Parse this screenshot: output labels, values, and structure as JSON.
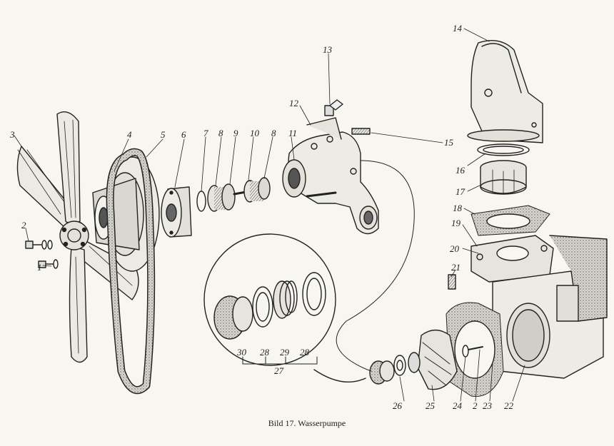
{
  "caption": "Bild 17. Wasserpumpe",
  "labels": {
    "l1": "1",
    "l2": "2",
    "l3": "3",
    "l4": "4",
    "l5": "5",
    "l6": "6",
    "l7": "7",
    "l8a": "8",
    "l8b": "8",
    "l9": "9",
    "l10": "10",
    "l11": "11",
    "l12": "12",
    "l13": "13",
    "l14": "14",
    "l15": "15",
    "l16": "16",
    "l17": "17",
    "l18": "18",
    "l19": "19",
    "l20": "20",
    "l21": "21",
    "l22": "22",
    "l23": "23",
    "l24": "24",
    "l2b": "2",
    "l25": "25",
    "l26": "26",
    "l27": "27",
    "l28a": "28",
    "l28b": "28",
    "l29": "29",
    "l30": "30"
  }
}
